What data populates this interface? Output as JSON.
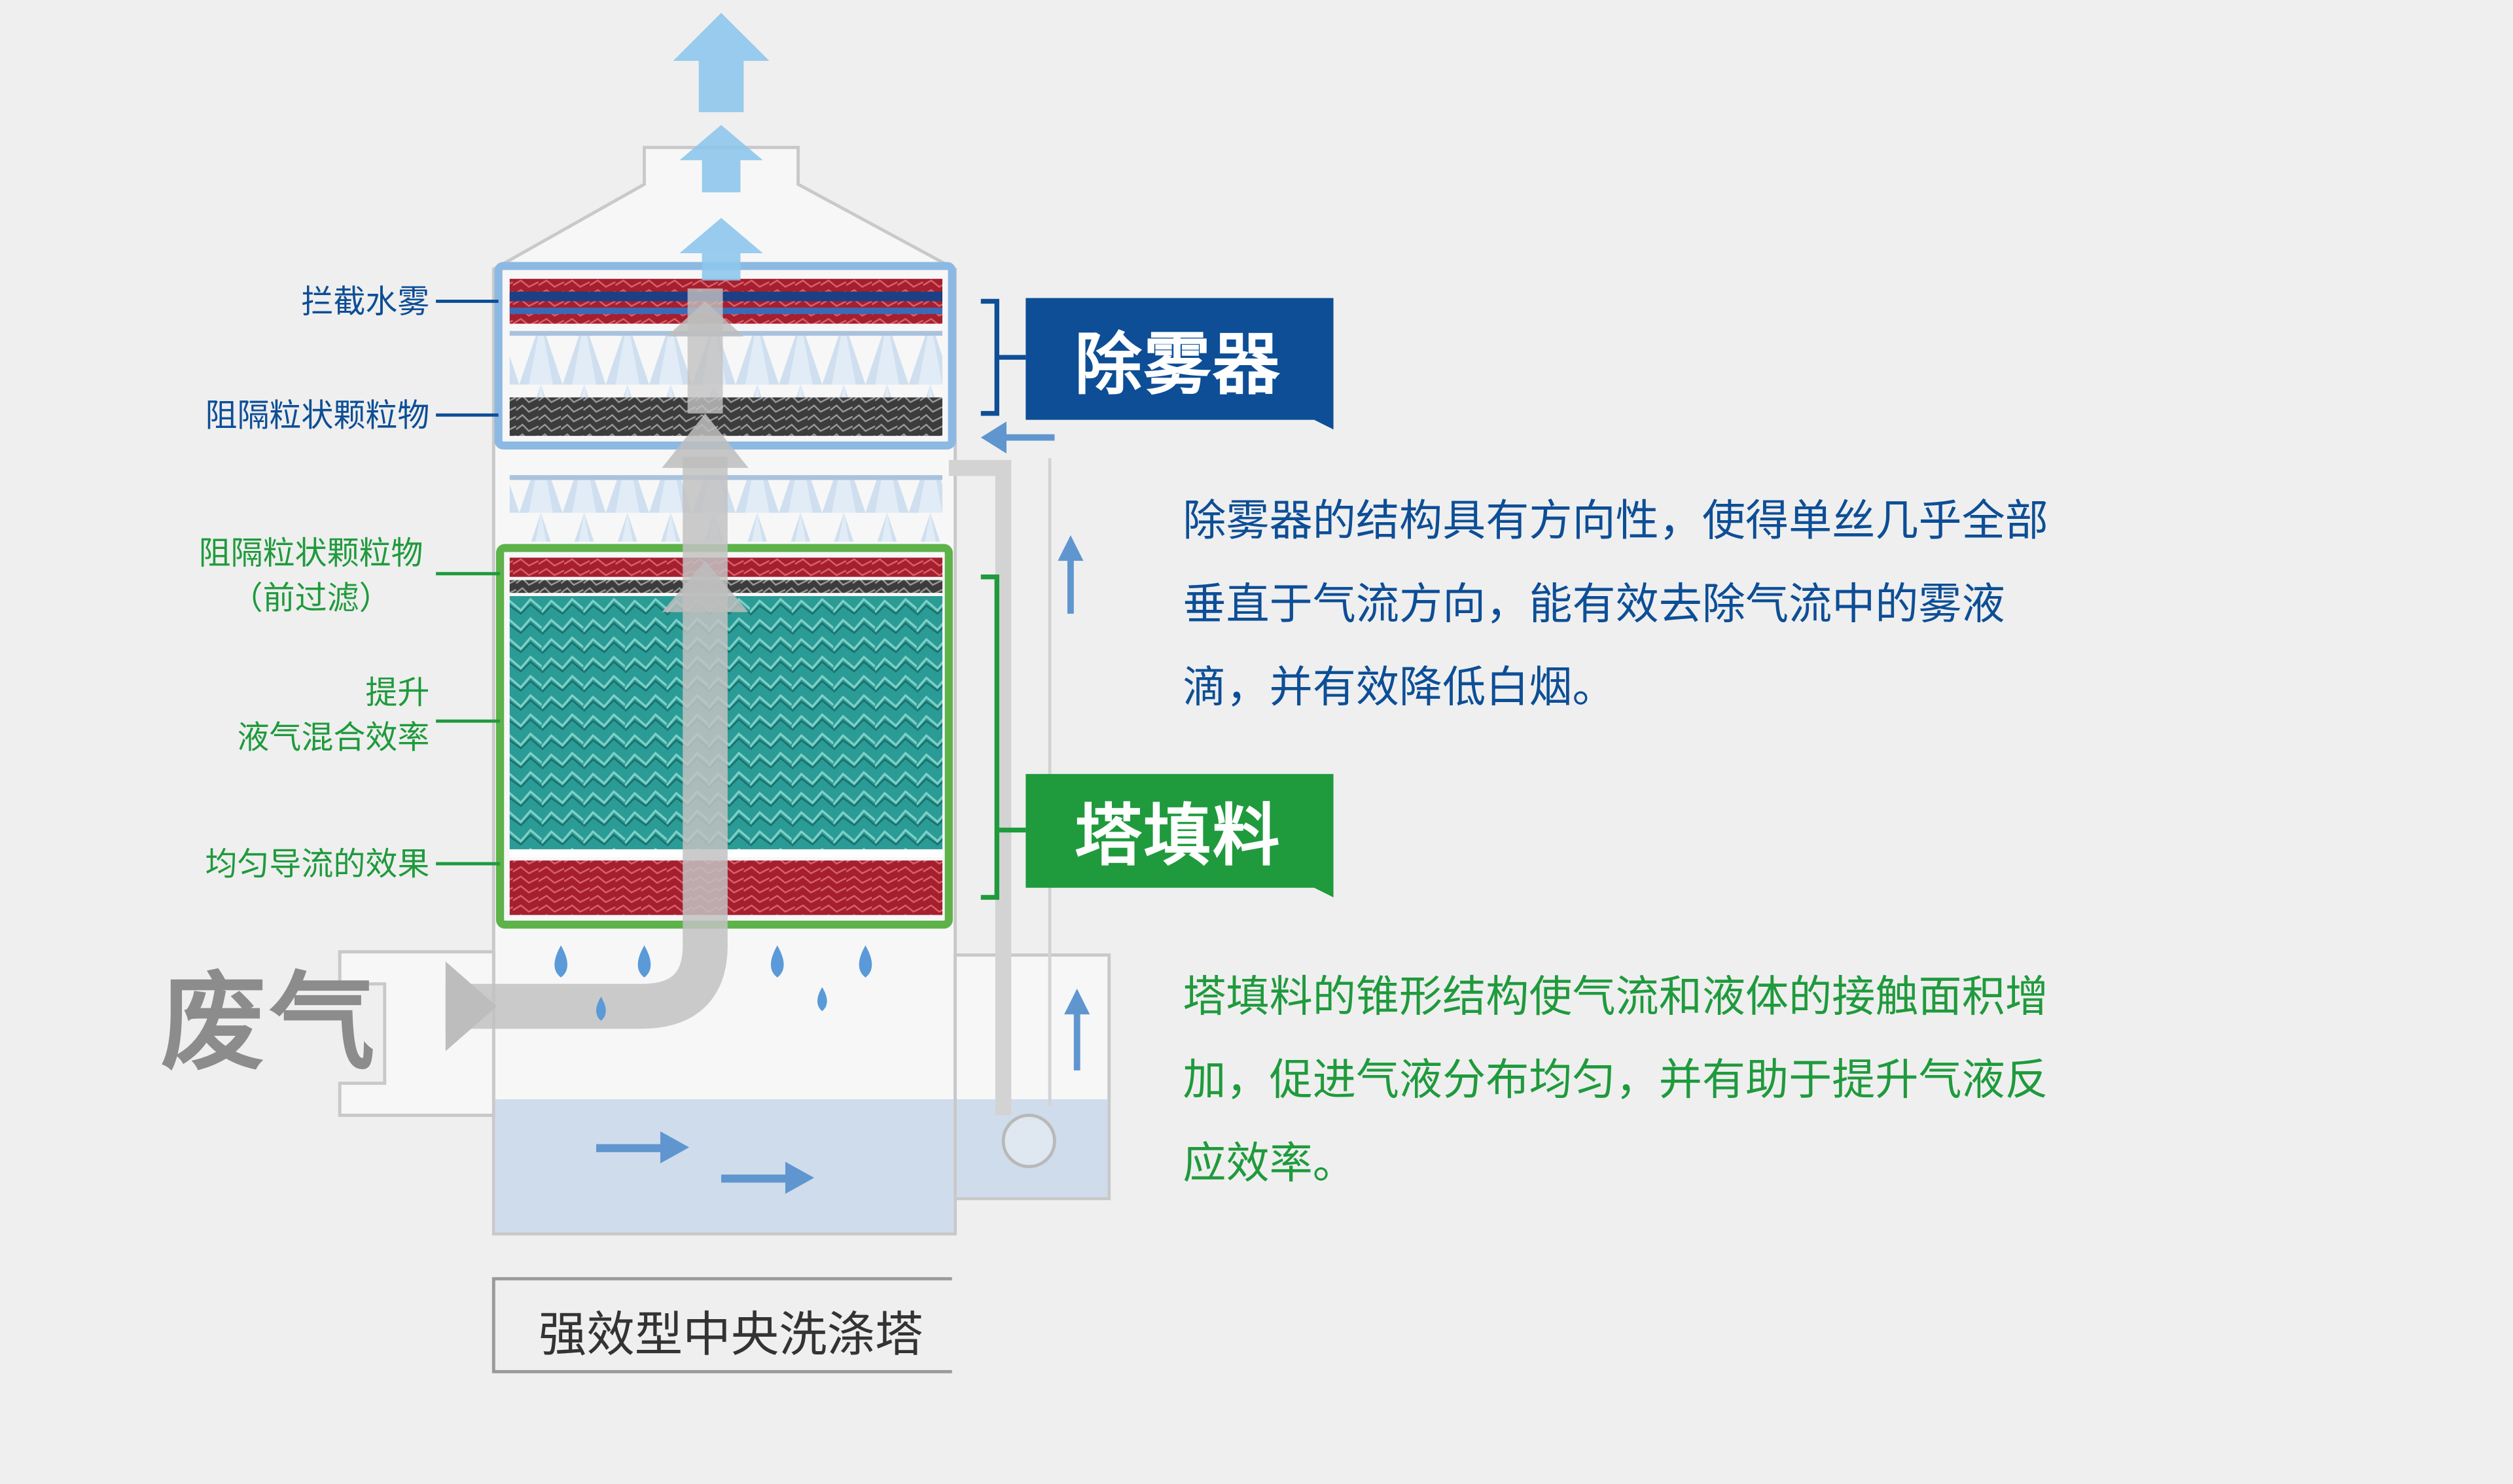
{
  "labels_left": {
    "intercept_mist": "拦截水雾",
    "block_particles_top": "阻隔粒状颗粒物",
    "block_particles_pre_line1": "阻隔粒状颗粒物",
    "block_particles_pre_line2": "（前过滤）",
    "lift_line1": "提升",
    "lift_line2": "液气混合效率",
    "uniform_flow": "均匀导流的效果"
  },
  "badges": {
    "demister": "除雾器",
    "packing": "塔填料"
  },
  "descriptions": {
    "demister": [
      "除雾器的结构具有方向性，使得单丝几乎全部",
      "垂直于气流方向，能有效去除气流中的雾液",
      "滴，并有效降低白烟。"
    ],
    "packing": [
      "塔填料的锥形结构使气流和液体的接触面积增",
      "加，促进气液分布均匀，并有助于提升气液反",
      "应效率。"
    ]
  },
  "inlet_label": "废气",
  "tower_name": "强效型中央洗涤塔",
  "colors": {
    "blue_accent": "#0d4e96",
    "green_accent": "#1f9a3c",
    "packing_teal": "#2a9b95",
    "layer_red": "#a51f2e",
    "water_blue": "#cfdcec"
  },
  "icons": [
    "up-arrow-icon",
    "water-drop-icon",
    "right-arrow-icon"
  ]
}
